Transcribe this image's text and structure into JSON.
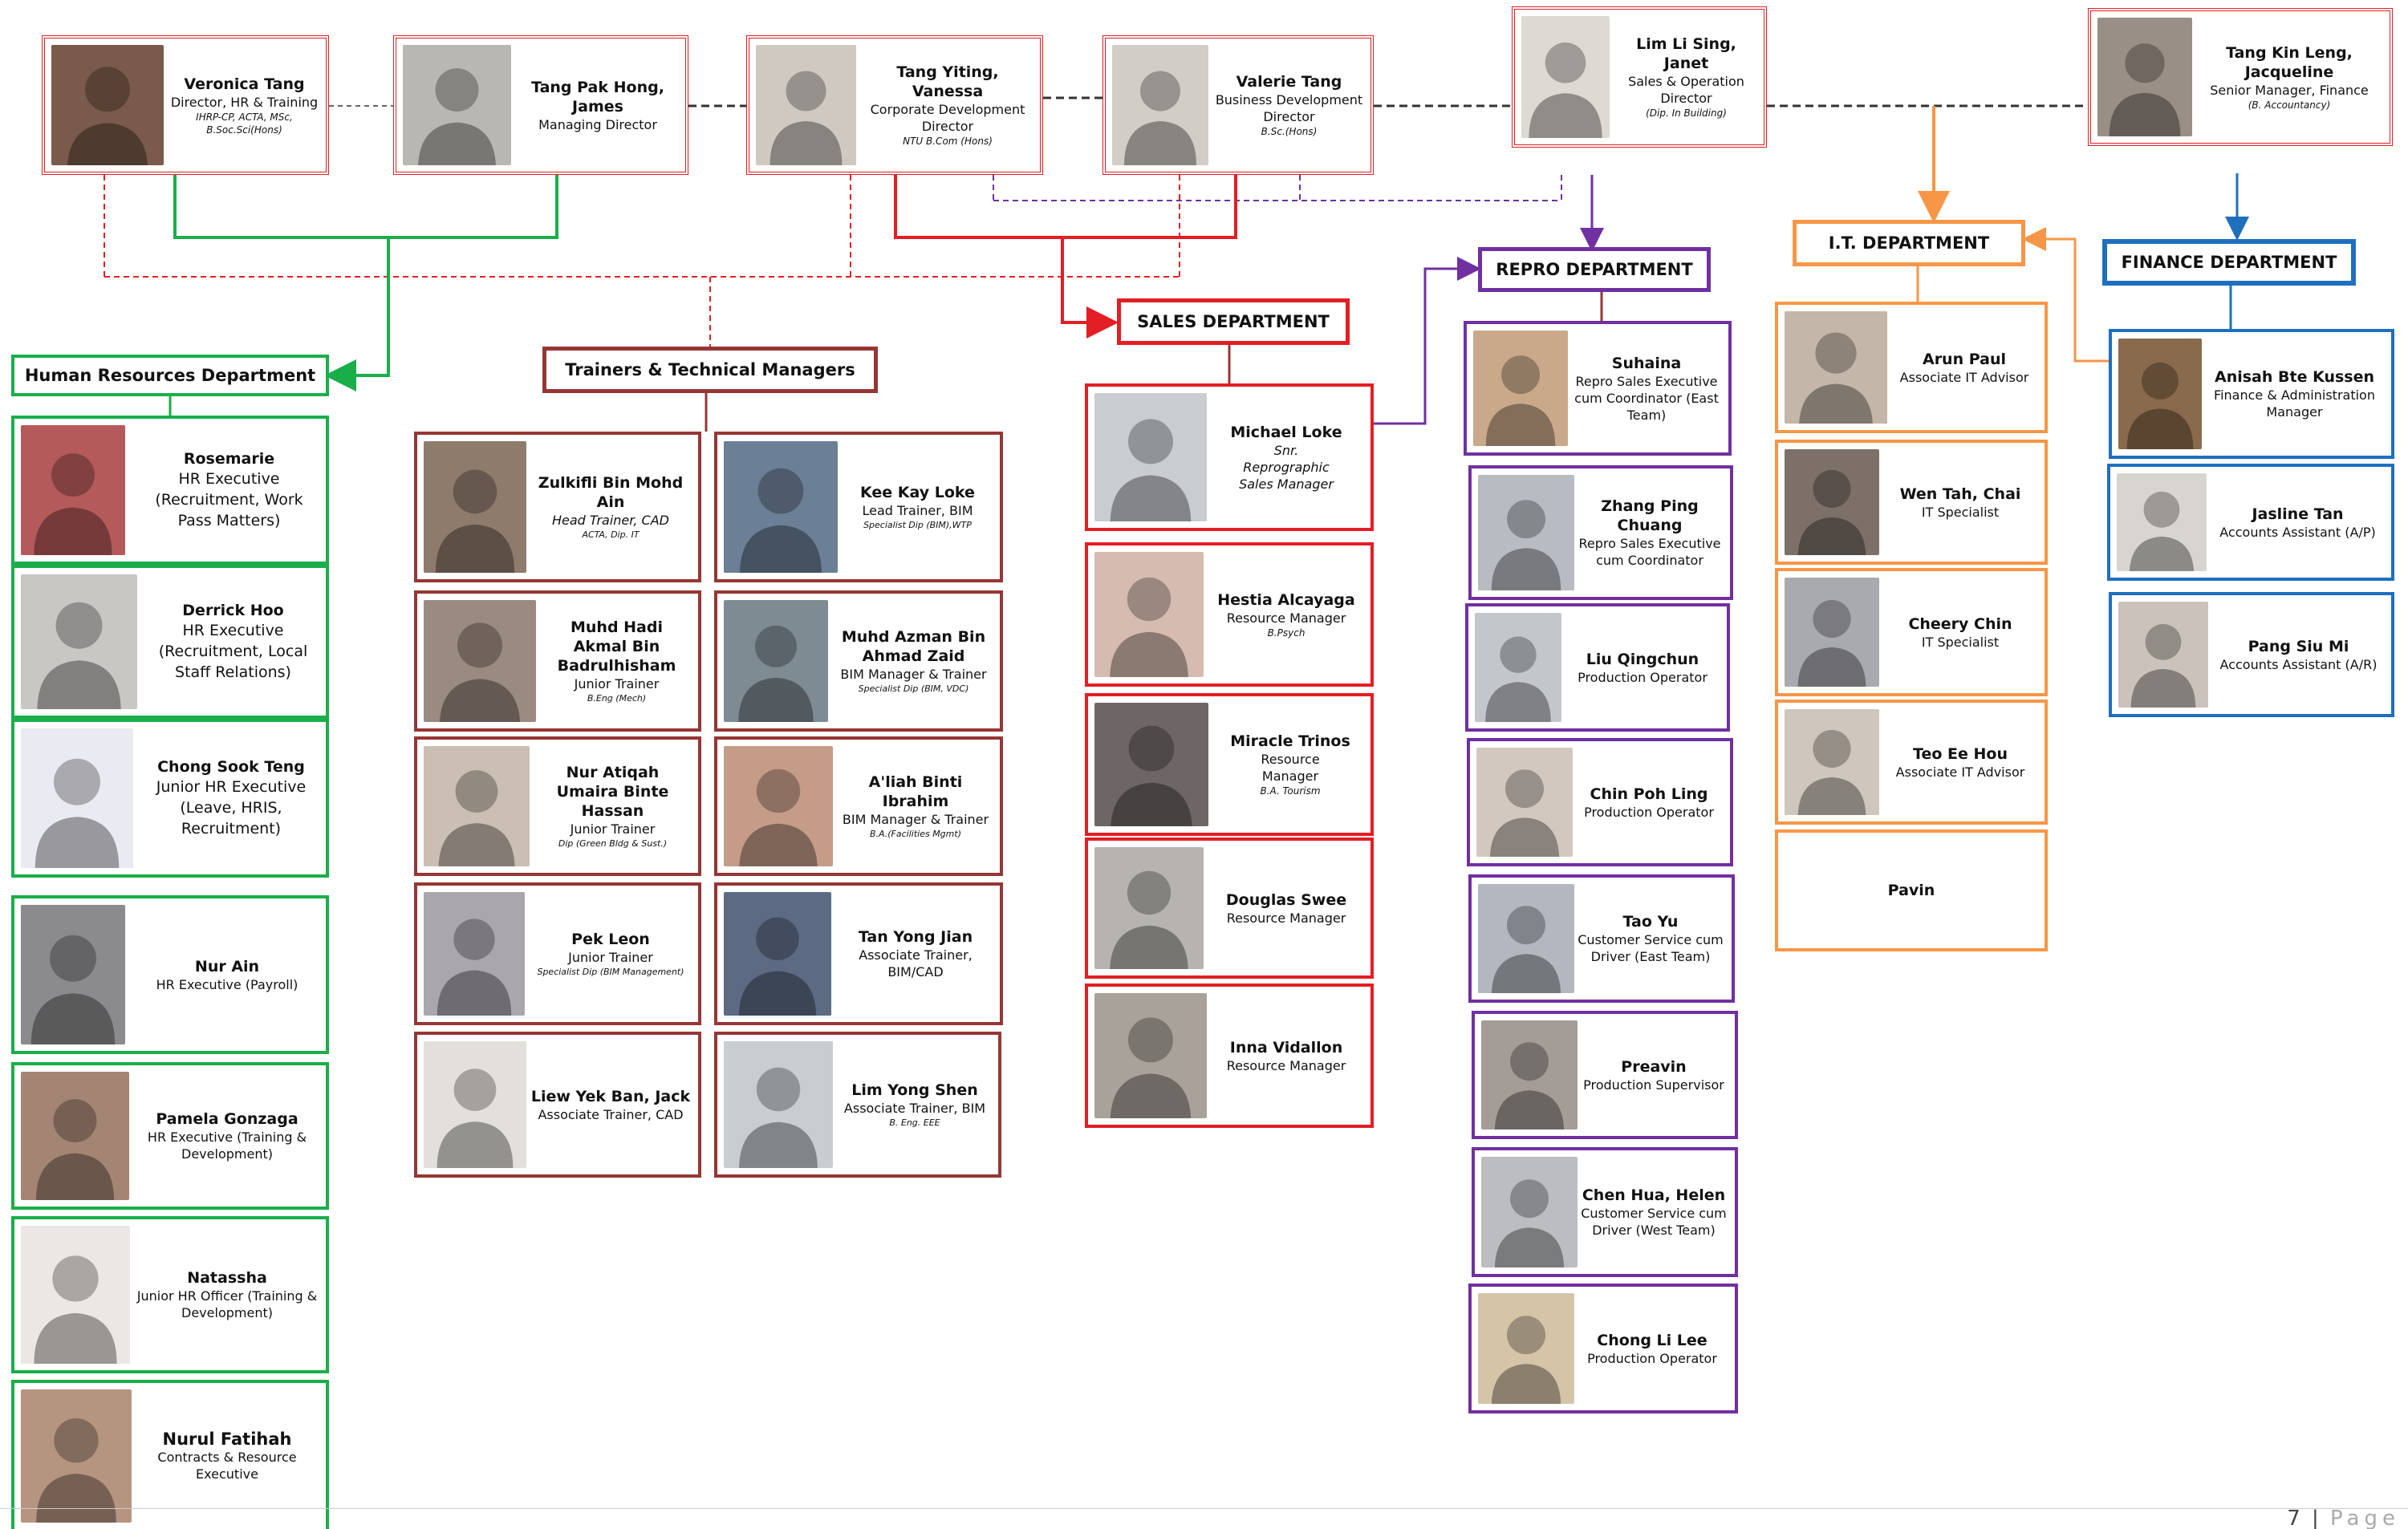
{
  "colors": {
    "red": "#e31e24",
    "maroon": "#953735",
    "green": "#1aae4a",
    "purple": "#7030a0",
    "orange": "#f79646",
    "blue": "#1f6fbf",
    "dash_dark": "#333333",
    "dash_red": "#e31e24",
    "dash_purple": "#7030a0"
  },
  "footer": {
    "page": "7",
    "sep": "|",
    "word": "Page"
  },
  "departments": {
    "hr": "Human Resources Department",
    "trainers": "Trainers & Technical Managers",
    "sales": "SALES DEPARTMENT",
    "repro": "REPRO DEPARTMENT",
    "it": "I.T. DEPARTMENT",
    "finance": "FINANCE DEPARTMENT"
  },
  "directors": [
    {
      "name": "Veronica Tang",
      "role": "Director, HR & Training",
      "qual": "IHRP-CP, ACTA, MSc, B.Soc.Sci(Hons)"
    },
    {
      "name": "Tang Pak Hong, James",
      "role": "Managing Director",
      "qual": ""
    },
    {
      "name": "Tang Yiting, Vanessa",
      "role": "Corporate Development Director",
      "qual": "NTU B.Com (Hons)"
    },
    {
      "name": "Valerie Tang",
      "role": "Business Development Director",
      "qual": "B.Sc.(Hons)"
    },
    {
      "name": "Lim Li Sing, Janet",
      "role": "Sales & Operation Director",
      "qual": "(Dip. In Building)"
    },
    {
      "name": "Tang Kin Leng, Jacqueline",
      "role": "Senior Manager, Finance",
      "qual": "(B. Accountancy)"
    }
  ],
  "hr": [
    {
      "name": "Rosemarie",
      "role": "HR Executive (Recruitment, Work Pass Matters)"
    },
    {
      "name": "Derrick Hoo",
      "role": "HR Executive (Recruitment, Local Staff Relations)"
    },
    {
      "name": "Chong Sook Teng",
      "role": "Junior HR Executive (Leave, HRIS, Recruitment)"
    },
    {
      "name": "Nur Ain",
      "role": "HR Executive (Payroll)"
    },
    {
      "name": "Pamela Gonzaga",
      "role": "HR Executive (Training & Development)"
    },
    {
      "name": "Natassha",
      "role": "Junior HR Officer (Training & Development)"
    },
    {
      "name": "Nurul Fatihah",
      "role": "Contracts & Resource Executive"
    }
  ],
  "trainers": [
    {
      "name": "Zulkifli Bin Mohd Ain",
      "role": "Head Trainer, CAD",
      "qual": "ACTA, Dip. IT",
      "italic_role": true
    },
    {
      "name": "Kee Kay Loke",
      "role": "Lead Trainer, BIM",
      "qual": "Specialist Dip (BIM),WTP"
    },
    {
      "name": "Muhd Hadi Akmal Bin Badrulhisham",
      "role": "Junior Trainer",
      "qual": "B.Eng (Mech)"
    },
    {
      "name": "Muhd Azman Bin Ahmad Zaid",
      "role": "BIM Manager & Trainer",
      "qual": "Specialist Dip (BIM, VDC)"
    },
    {
      "name": "Nur Atiqah Umaira Binte Hassan",
      "role": "Junior Trainer",
      "qual": "Dip (Green Bldg & Sust.)"
    },
    {
      "name": "A'liah Binti Ibrahim",
      "role": "BIM Manager & Trainer",
      "qual": "B.A.(Facilities Mgmt)"
    },
    {
      "name": "Pek Leon",
      "role": "Junior Trainer",
      "qual": "Specialist Dip (BIM Management)"
    },
    {
      "name": "Tan Yong Jian",
      "role": "Associate Trainer, BIM/CAD",
      "qual": ""
    },
    {
      "name": "Liew Yek Ban, Jack",
      "role": "Associate Trainer, CAD",
      "qual": ""
    },
    {
      "name": "Lim Yong Shen",
      "role": "Associate Trainer, BIM",
      "qual": "B. Eng. EEE"
    }
  ],
  "sales": [
    {
      "name": "Michael Loke",
      "role": "Snr. Reprographic Sales Manager",
      "qual": ""
    },
    {
      "name": "Hestia Alcayaga",
      "role": "Resource Manager",
      "qual": "B.Psych"
    },
    {
      "name": "Miracle Trinos",
      "role": "Resource Manager",
      "qual": "B.A. Tourism"
    },
    {
      "name": "Douglas Swee",
      "role": "Resource Manager",
      "qual": ""
    },
    {
      "name": "Inna Vidallon",
      "role": "Resource Manager",
      "qual": ""
    }
  ],
  "repro": [
    {
      "name": "Suhaina",
      "role": "Repro Sales Executive cum Coordinator (East Team)"
    },
    {
      "name": "Zhang Ping Chuang",
      "role": "Repro Sales Executive cum Coordinator"
    },
    {
      "name": "Liu Qingchun",
      "role": "Production Operator"
    },
    {
      "name": "Chin Poh Ling",
      "role": "Production Operator"
    },
    {
      "name": "Tao Yu",
      "role": "Customer Service cum Driver (East Team)"
    },
    {
      "name": "Preavin",
      "role": "Production Supervisor"
    },
    {
      "name": "Chen Hua, Helen",
      "role": "Customer Service cum Driver (West Team)"
    },
    {
      "name": "Chong Li Lee",
      "role": "Production Operator"
    }
  ],
  "it": [
    {
      "name": "Arun Paul",
      "role": "Associate IT Advisor"
    },
    {
      "name": "Wen Tah, Chai",
      "role": "IT Specialist"
    },
    {
      "name": "Cheery Chin",
      "role": "IT Specialist"
    },
    {
      "name": "Teo Ee Hou",
      "role": "Associate IT Advisor"
    },
    {
      "name": "Pavin",
      "role": ""
    }
  ],
  "finance": [
    {
      "name": "Anisah Bte Kussen",
      "role": "Finance & Administration Manager"
    },
    {
      "name": "Jasline Tan",
      "role": "Accounts Assistant (A/P)"
    },
    {
      "name": "Pang Siu Mi",
      "role": "Accounts Assistant (A/R)"
    }
  ]
}
